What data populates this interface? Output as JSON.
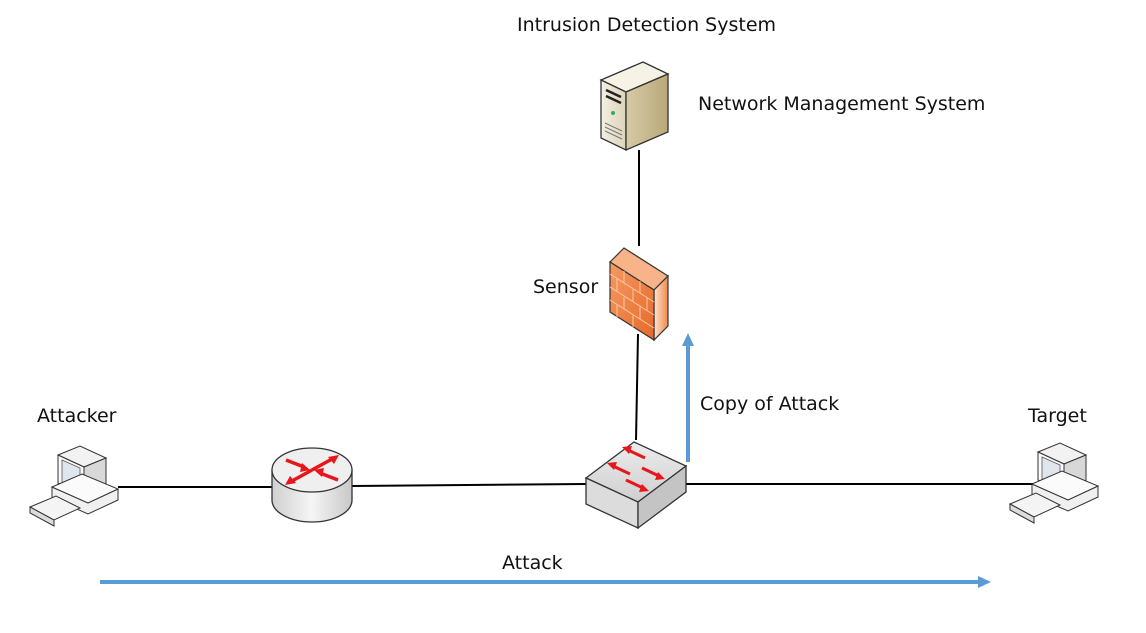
{
  "diagram": {
    "title": "Intrusion Detection System",
    "nodes": {
      "nms": {
        "label": "Network Management System",
        "icon": "server-icon"
      },
      "sensor": {
        "label": "Sensor",
        "icon": "firewall-icon"
      },
      "switch": {
        "label": "",
        "icon": "switch-icon"
      },
      "router": {
        "label": "",
        "icon": "router-icon"
      },
      "attacker": {
        "label": "Attacker",
        "icon": "workstation-icon"
      },
      "target": {
        "label": "Target",
        "icon": "workstation-icon"
      }
    },
    "links": [
      {
        "from": "attacker",
        "to": "router"
      },
      {
        "from": "router",
        "to": "switch"
      },
      {
        "from": "switch",
        "to": "target"
      },
      {
        "from": "switch",
        "to": "sensor"
      },
      {
        "from": "sensor",
        "to": "nms"
      }
    ],
    "flows": {
      "attack": {
        "label": "Attack",
        "direction": "attacker-to-target"
      },
      "copy": {
        "label": "Copy of Attack",
        "direction": "switch-to-sensor"
      }
    },
    "colors": {
      "flow_arrow": "#5b9bd5",
      "link": "#000000",
      "firewall": "#f07d3c",
      "device_arrow": "#e8161a",
      "server": "#e9e2cc"
    }
  }
}
